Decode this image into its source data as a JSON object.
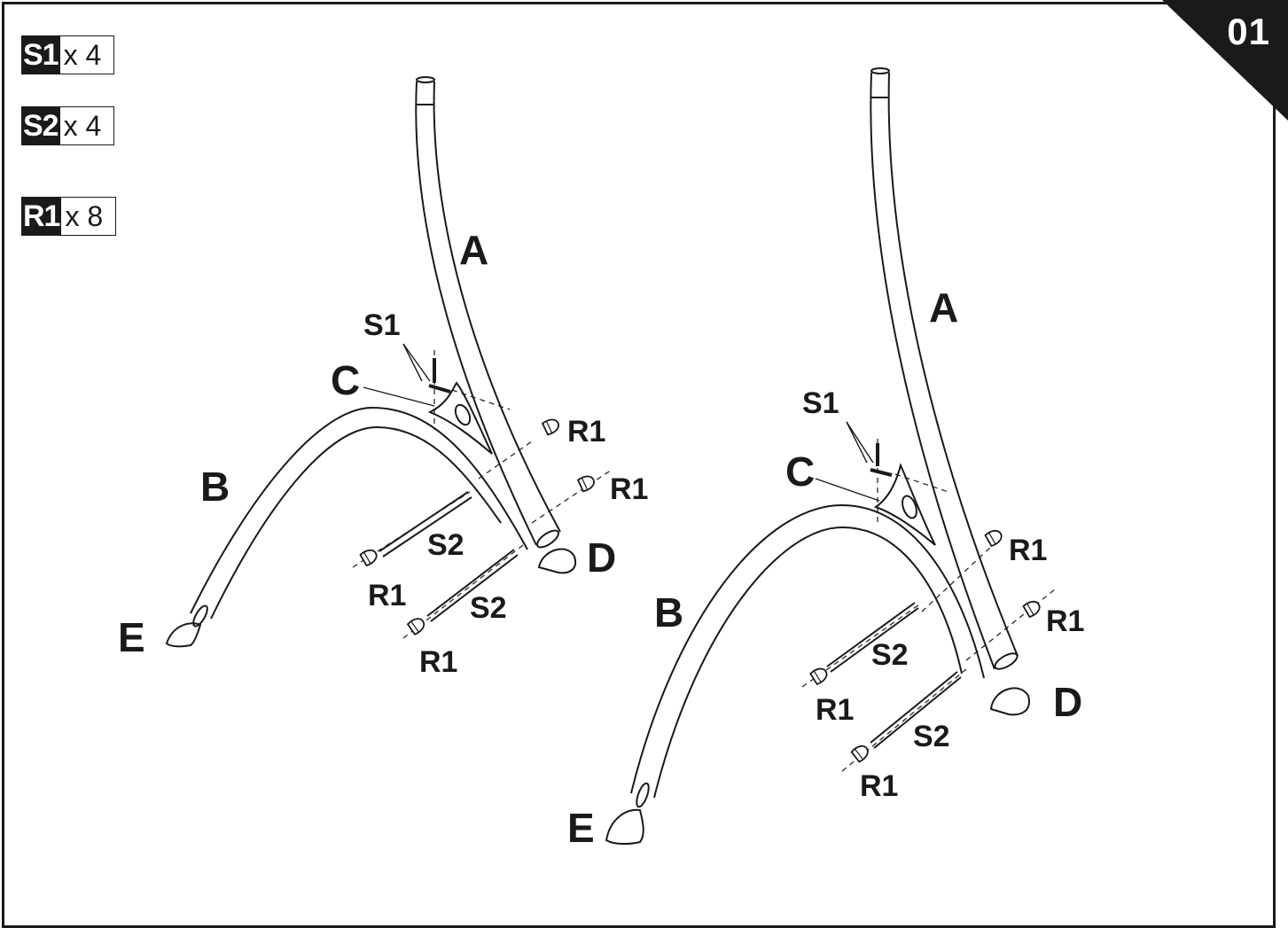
{
  "step_number": "01",
  "legend": [
    {
      "code": "S1",
      "qty": "x 4"
    },
    {
      "code": "S2",
      "qty": "x 4"
    },
    {
      "code": "R1",
      "qty": "x 8"
    }
  ],
  "labels": {
    "part_a": "A",
    "part_b": "B",
    "part_c": "C",
    "part_d": "D",
    "part_e": "E",
    "screw_s1": "S1",
    "bolt_s2": "S2",
    "cap_r1": "R1"
  }
}
